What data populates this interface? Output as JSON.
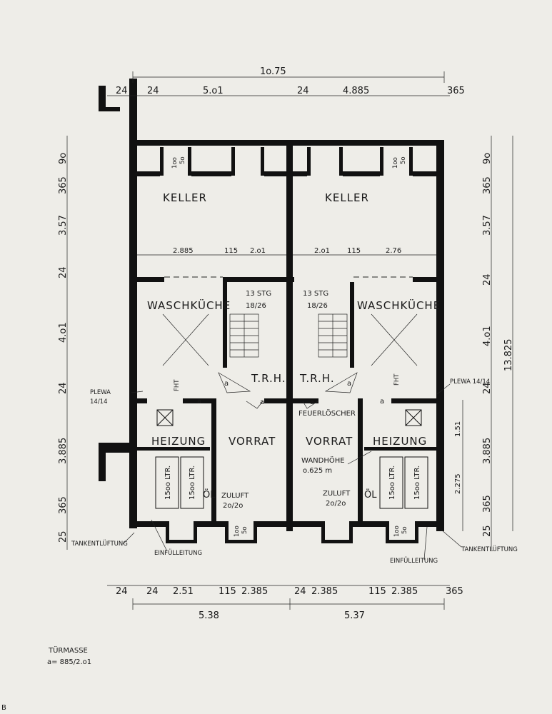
{
  "plan": {
    "rooms": {
      "keller_left": "KELLER",
      "keller_right": "KELLER",
      "wasch_left": "WASCHKÜCHE",
      "wasch_right": "WASCHKÜCHE",
      "trh_left": "T.R.H.",
      "trh_right": "T.R.H.",
      "heizung_left": "HEIZUNG",
      "heizung_right": "HEIZUNG",
      "vorrat_left": "VORRAT",
      "vorrat_right": "VORRAT"
    },
    "stairs": {
      "count_left": "13 STG",
      "ratio_left": "18/26",
      "count_right": "13 STG",
      "ratio_right": "18/26"
    },
    "tanks": {
      "l1": "15oo LTR.",
      "l2": "15oo LTR.",
      "r1": "15oo LTR.",
      "r2": "15oo LTR."
    },
    "oel_left": "ÖL",
    "oel_right": "ÖL",
    "zuluft_left": "ZULUFT",
    "zuluft_left_size": "2o/2o",
    "zuluft_right": "ZULUFT",
    "zuluft_right_size": "2o/2o",
    "plewa_left": "PLEWA",
    "plewa_left_size": "14/14",
    "plewa_right": "PLEWA  14/14",
    "fht_left": "FHT",
    "fht_right": "FHT",
    "feuerloescher": "FEUERLÖSCHER",
    "wandhoehe": "WANDHÖHE",
    "wandhoehe_value": "o.625 m",
    "tankentlueftung_left": "TANKENTLÜFTUNG",
    "tankentlueftung_right": "TANKENTLÜFTUNG",
    "einfuell_left": "EINFÜLLEITUNG",
    "einfuell_right": "EINFÜLLEITUNG",
    "door_a": "a",
    "win_10": "1oo",
    "win_5": "5o"
  },
  "dims": {
    "top_total": "1o.75",
    "top_segments": [
      "24",
      "24",
      "5.o1",
      "24",
      "4.885",
      "365"
    ],
    "keller_row_left": [
      "2.885",
      "115",
      "2.o1"
    ],
    "keller_row_right": [
      "2.o1",
      "115",
      "2.76"
    ],
    "left_vertical": [
      "9o",
      "365",
      "3.57",
      "24",
      "4.o1",
      "24",
      "3.885",
      "365",
      "25"
    ],
    "right_vertical": [
      "9o",
      "365",
      "3.57",
      "24",
      "4.o1",
      "24",
      "3.885",
      "365",
      "25"
    ],
    "right_total": "13.825",
    "right_inner": [
      "1.51",
      "2.275"
    ],
    "bottom_segments": [
      "24",
      "24",
      "2.51",
      "115",
      "2.385",
      "24",
      "2.385",
      "115",
      "2.385",
      "365"
    ],
    "bottom_totals": [
      "5.38",
      "5.37"
    ]
  },
  "legend": {
    "title": "TÜRMASSE",
    "value": "a= 885/2.o1"
  },
  "corner_mark": "B"
}
